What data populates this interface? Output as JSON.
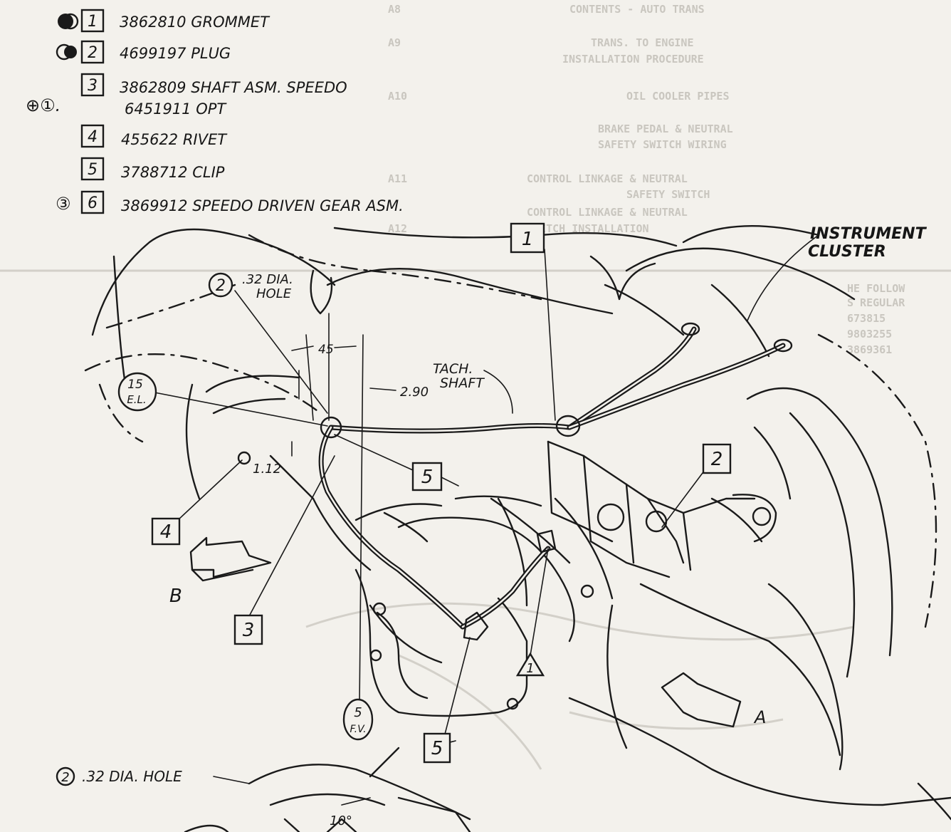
{
  "parts_list": [
    {
      "symbols": "●①",
      "callout": "1",
      "text": "3862810 GROMMET"
    },
    {
      "symbols": "●②",
      "callout": "2",
      "text": "4699197 PLUG"
    },
    {
      "symbols": "",
      "callout": "3",
      "text": "3862809 SHAFT ASM. SPEEDO"
    },
    {
      "symbols": "⊕①.",
      "callout": "",
      "text": "6451911 OPT"
    },
    {
      "symbols": "",
      "callout": "4",
      "text": "455622 RIVET"
    },
    {
      "symbols": "",
      "callout": "5",
      "text": "3788712 CLIP"
    },
    {
      "symbols": "③",
      "callout": "6",
      "text": "3869912 SPEEDO DRIVEN GEAR ASM."
    }
  ],
  "callouts": {
    "box_1_top": "1",
    "box_2_right": "2",
    "box_3": "3",
    "box_4": "4",
    "box_5_mid": "5",
    "box_5_bottom": "5",
    "triangle_1": "1",
    "circle_2": "2",
    "circle_15": "15",
    "circle_15_sub": "E.L.",
    "circle_5": "5",
    "circle_5_sub": "F.V.",
    "view_b": "B",
    "view_a": "A"
  },
  "labels": {
    "instrument_cluster": "INSTRUMENT CLUSTER",
    "hole_dia_1": ".32 DIA.",
    "hole_dia_2": "HOLE",
    "dim_45": "45",
    "dim_290": "2.90",
    "dim_112": "1.12",
    "tach_shaft_1": "TACH.",
    "tach_shaft_2": "SHAFT",
    "bottom_note": ".32 DIA. HOLE",
    "bottom_note_num": "2",
    "angle_10": "10°"
  },
  "bleed_through": {
    "left_col": [
      "CONTENTS - AUTO TRANS",
      "TRANS. TO ENGINE",
      "INSTALLATION PROCEDURE",
      "OIL COOLER PIPES",
      "BRAKE PEDAL & NEUTRAL",
      "SAFETY SWITCH WIRING",
      "CONTROL LINKAGE & NEUTRAL",
      "SAFETY SWITCH",
      "CONTROL LINKAGE & NEUTRAL",
      "SWITCH INSTALLATION"
    ],
    "page_refs": [
      "A8",
      "A9",
      "A10",
      "A11",
      "A12"
    ],
    "right_col": [
      "HE FOLLOW",
      "S REGULAR",
      "673815",
      "9803255",
      "3869361"
    ]
  }
}
